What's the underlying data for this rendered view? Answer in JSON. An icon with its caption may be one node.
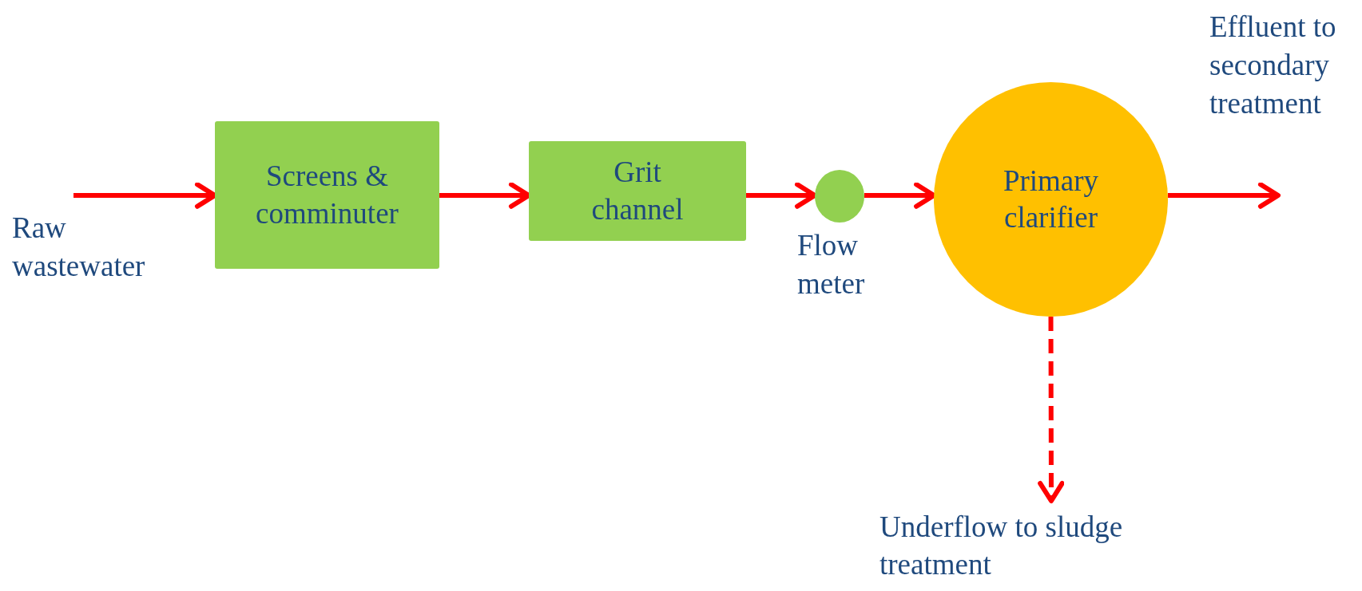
{
  "diagram": {
    "nodes": [
      {
        "text": [
          "Screens & comminuter"
        ]
      },
      {
        "text": [
          "Grit channel"
        ]
      },
      {
        "text": [],
        "shape": "circle",
        "beside": [
          "Flow meter"
        ]
      },
      {
        "text": [
          "Primary clarifier"
        ]
      },
      {
        "text": [
          "Underflow to sludge treatment"
        ]
      }
    ],
    "edges": [
      {
        "from": null,
        "to": 0,
        "arrow": "to"
      },
      {
        "from": 0,
        "to": 1,
        "arrow": "to"
      },
      {
        "from": 1,
        "to": 2,
        "arrow": "to"
      },
      {
        "from": 2,
        "to": 3,
        "arrow": "to"
      },
      {
        "from": 3,
        "to": null,
        "arrow": "to"
      },
      {
        "from": 3,
        "to": 4,
        "arrow": "to",
        "style": "dashed"
      }
    ],
    "labels": [
      "Raw wastewater",
      "Effluent to secondary treatment"
    ]
  }
}
